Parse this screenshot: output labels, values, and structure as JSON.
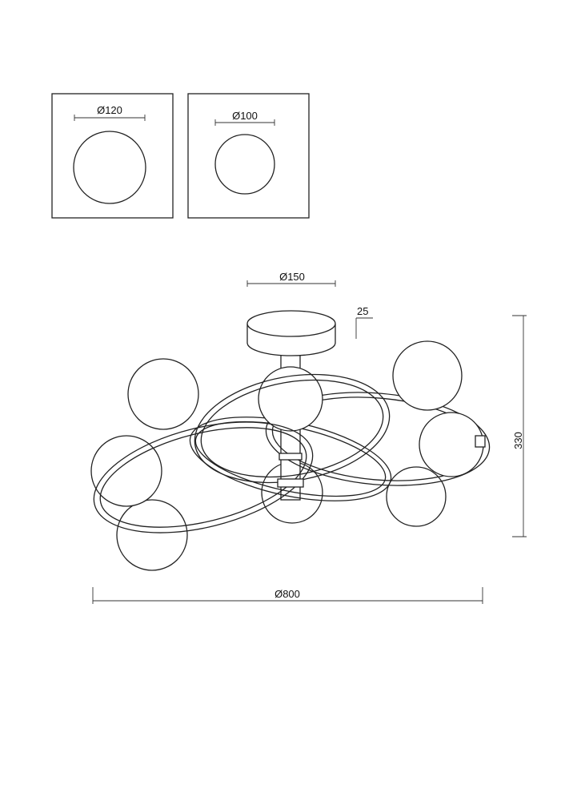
{
  "drawing": {
    "shade_large": {
      "label": "Ø120"
    },
    "shade_small": {
      "label": "Ø100"
    },
    "canopy_diameter": {
      "label": "Ø150"
    },
    "canopy_height": {
      "label": "25"
    },
    "total_height": {
      "label": "330"
    },
    "total_diameter": {
      "label": "Ø800"
    }
  },
  "colors": {
    "line": "#222222",
    "background": "#ffffff"
  }
}
